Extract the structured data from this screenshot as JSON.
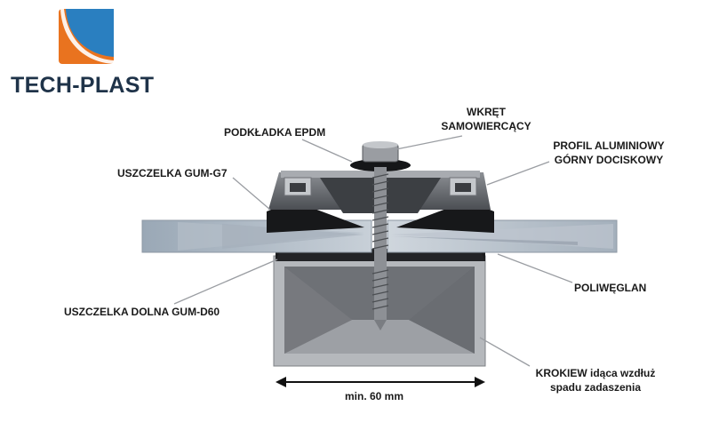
{
  "logo": {
    "text": "TECH-PLAST"
  },
  "labels": {
    "screw_line1": "WKRĘT",
    "screw_line2": "SAMOWIERCĄCY",
    "washer": "PODKŁADKA EPDM",
    "profile_line1": "PROFIL ALUMINIOWY",
    "profile_line2": "GÓRNY DOCISKOWY",
    "gasket_top": "USZCZELKA GUM-G7",
    "polycarbonate": "POLIWĘGLAN",
    "gasket_bottom": "USZCZELKA DOLNA GUM-D60",
    "rafter_line1": "KROKIEW idąca wzdłuż",
    "rafter_line2": "spadu zadaszenia",
    "dimension": "min. 60 mm"
  },
  "colors": {
    "logo_orange": "#e9731f",
    "logo_blue": "#2a7fc0",
    "logo_text": "#1f3349"
  }
}
